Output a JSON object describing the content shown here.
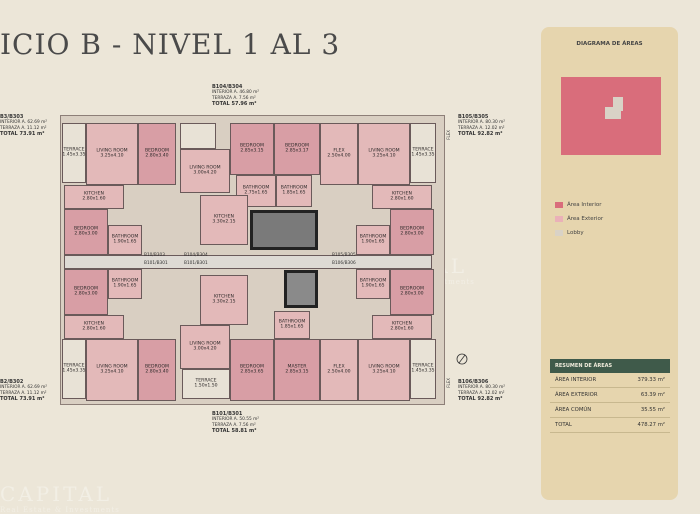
{
  "title": "ICIO B - NIVEL 1 AL 3",
  "panel": {
    "title": "DIAGRAMA DE ÁREAS",
    "legend": [
      {
        "label": "Área Interior",
        "color": "#d96d7b"
      },
      {
        "label": "Área Exterior",
        "color": "#eab1b8"
      },
      {
        "label": "Lobby",
        "color": "#d9d2c6"
      }
    ],
    "summary_title": "RESUMEN DE ÁREAS",
    "summary": [
      {
        "label": "ÁREA INTERIOR",
        "value": "379.33 m²"
      },
      {
        "label": "ÁREA EXTERIOR",
        "value": "63.39 m²"
      },
      {
        "label": "ÁREA COMÚN",
        "value": "35.55 m²"
      },
      {
        "label": "TOTAL",
        "value": "478.27 m²"
      }
    ]
  },
  "watermark": {
    "brand": "CAPITAL",
    "sub": "Real Estate & Investments"
  },
  "units": {
    "top_center": {
      "name": "B104/B304",
      "l1": "INTERIOR A.  46.80 m²",
      "l2": "TERRAZA A.  7.56 m²",
      "l3": "TOTAL  57.96 m²"
    },
    "top_left": {
      "name": "B3/B303",
      "l1": "INTERIOR A.  62.69 m²",
      "l2": "TERRAZA A.  11.12 m²",
      "l3": "TOTAL  73.91 m²"
    },
    "top_right": {
      "name": "B105/B305",
      "l1": "INTERIOR A.  80.30 m²",
      "l2": "TERRAZA A.  12.02 m²",
      "l3": "TOTAL  92.82 m²"
    },
    "bottom_left": {
      "name": "B2/B302",
      "l1": "INTERIOR A.  62.69 m²",
      "l2": "TERRAZA A.  11.12 m²",
      "l3": "TOTAL  73.91 m²"
    },
    "bottom_center": {
      "name": "B101/B301",
      "l1": "INTERIOR A.  50.55 m²",
      "l2": "TERRAZA A.  7.56 m²",
      "l3": "TOTAL  58.81 m²"
    },
    "bottom_right": {
      "name": "B106/B306",
      "l1": "INTERIOR A.  80.30 m²",
      "l2": "TERRAZA A.  12.02 m²",
      "l3": "TOTAL  92.82 m²"
    },
    "mid_labels": [
      "B10/B303",
      "B101/B301",
      "B104/B304",
      "B101/B301",
      "B105/B305",
      "B106/B306"
    ]
  },
  "rooms": {
    "terrace_tl": "TERRACE\n1.45x3.35",
    "living_tl": "LIVING ROOM\n3.25x4.10",
    "bedroom_tl": "BEDROOM\n2.80x3.40",
    "bedroom_tc1": "BEDROOM\n2.85x3.15",
    "bedroom_tc2": "BEDROOM\n2.85x3.17",
    "living_tc": "LIVING ROOM\n3.00x4.20",
    "flex_tr": "FLEX\n2.50x4.00",
    "living_tr": "LIVING ROOM\n3.25x4.10",
    "terrace_tr": "TERRACE\n1.45x3.35",
    "kitchen_tl": "KITCHEN\n2.80x1.60",
    "bathroom_tc1": "BATHROOM\n2.75x1.65",
    "bathroom_tc2": "BATHROOM\n1.85x1.65",
    "kitchen_tr": "KITCHEN\n2.80x1.60",
    "bedroom_ml": "BEDROOM\n2.80x3.00",
    "bathroom_ml": "BATHROOM\n1.90x1.65",
    "kitchen_tc": "KITCHEN\n3.30x2.15",
    "bathroom_mr": "BATHROOM\n1.90x1.65",
    "bedroom_mr": "BEDROOM\n2.80x3.00",
    "bathroom_ml2": "BATHROOM\n1.90x1.65",
    "bedroom_ml2": "BEDROOM\n2.80x3.00",
    "kitchen_bc": "KITCHEN\n3.30x2.15",
    "bathroom_mr2": "BATHROOM\n1.90x1.65",
    "bedroom_mr2": "BEDROOM\n2.80x3.00",
    "kitchen_bl": "KITCHEN\n2.80x1.60",
    "living_bc": "LIVING ROOM\n3.00x4.20",
    "bathroom_bc": "BATHROOM\n1.85x1.65",
    "kitchen_br": "KITCHEN\n2.80x1.60",
    "terrace_bl": "TERRACE\n1.45x3.35",
    "living_bl": "LIVING ROOM\n3.25x4.10",
    "bedroom_bl": "BEDROOM\n2.80x3.40",
    "terrace_bc": "TERRACE\n1.50x1.50",
    "bedroom_bc": "BEDROOM\n2.85x3.65",
    "master_bc": "MASTER\n2.85x3.15",
    "flex_br": "FLEX\n2.50x4.00",
    "living_br": "LIVING ROOM\n3.25x4.10",
    "terrace_br": "TERRACE\n1.45x3.35"
  },
  "flex_side": "FLEX"
}
